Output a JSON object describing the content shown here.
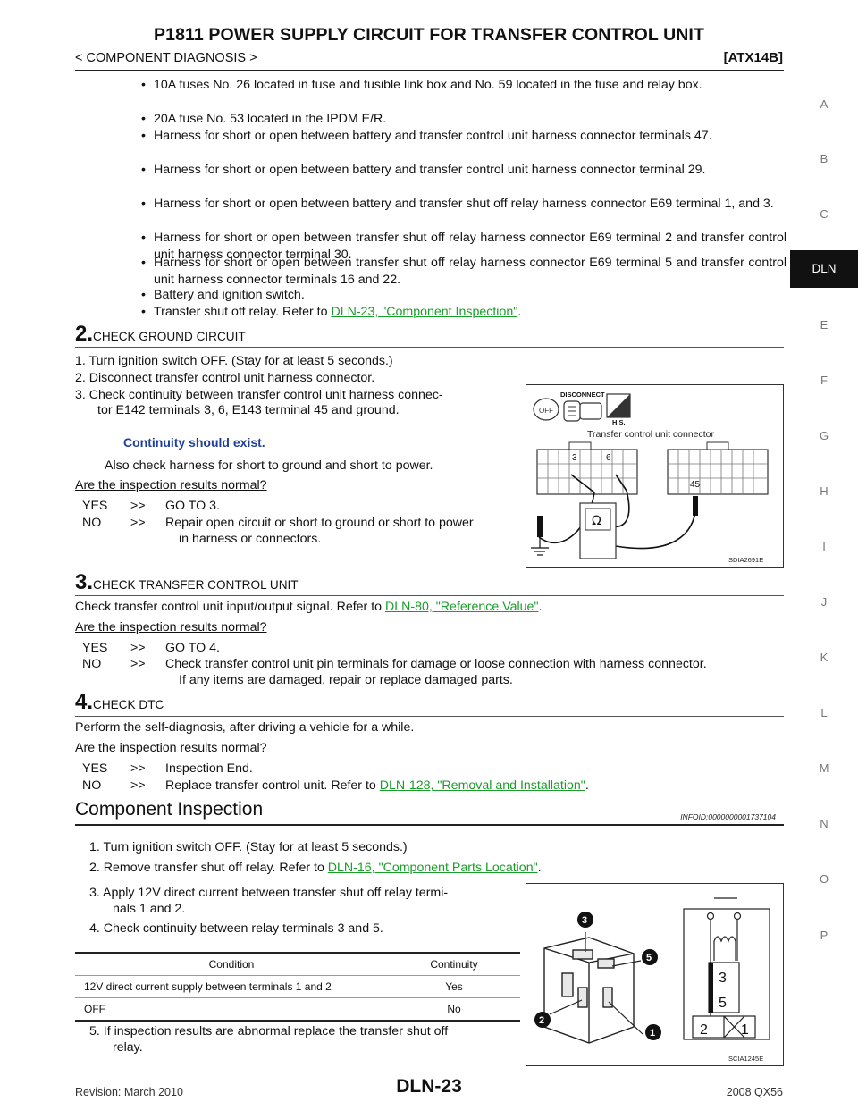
{
  "header": {
    "title": "P1811 POWER SUPPLY CIRCUIT FOR TRANSFER CONTROL UNIT",
    "subtitle": "< COMPONENT DIAGNOSIS >",
    "model_code": "[ATX14B]"
  },
  "sidebar": {
    "letters": [
      "A",
      "B",
      "C",
      "DLN",
      "E",
      "F",
      "G",
      "H",
      "I",
      "J",
      "K",
      "L",
      "M",
      "N",
      "O",
      "P"
    ],
    "active": "DLN"
  },
  "check_list": [
    "10A fuses No. 26 located in fuse and fusible link box and No. 59 located in the fuse and relay box.",
    "20A fuse No. 53 located in the IPDM E/R.",
    "Harness for short or open between battery and transfer control unit harness connector terminals 47.",
    "Harness for short or open between battery and transfer control unit harness connector terminal 29.",
    "Harness for short or open between battery and transfer shut off relay harness connector E69 terminal 1, and 3.",
    "Harness for short or open between transfer shut off relay harness connector E69 terminal 2  and transfer control unit harness connector terminal 30.",
    "Harness for short or open between transfer shut off relay harness connector E69 terminal 5  and transfer control unit harness connector terminals 16 and 22.",
    "Battery and ignition switch."
  ],
  "last_bullet": {
    "text": "Transfer shut off relay. Refer to ",
    "link": "DLN-23, \"Component Inspection\"",
    "end": "."
  },
  "step2": {
    "num": "2.",
    "title": "CHECK GROUND CIRCUIT",
    "items": [
      "1.  Turn ignition switch OFF. (Stay for at least 5 seconds.)",
      "2.  Disconnect transfer control unit harness connector.",
      "3.  Check continuity between transfer control unit harness connec-",
      "tor E142 terminals 3, 6, E143 terminal 45 and ground."
    ],
    "spec": "Continuity should exist.",
    "also": "Also check harness for short to ground and short to power.",
    "question": "Are the inspection results normal?",
    "yes_label": "YES",
    "yes_text": "GO TO 3.",
    "no_label": "NO",
    "no_text_1": "Repair open circuit or short to ground or short to power",
    "no_text_2": "in harness or connectors.",
    "arrow": ">>"
  },
  "figure1": {
    "disconnect": "DISCONNECT",
    "off": "OFF",
    "hs": "H.S.",
    "connector_label": "Transfer control unit connector",
    "pin_a": "3",
    "pin_b": "6",
    "pin_c": "45",
    "meter": "Ω",
    "code": "SDIA2691E"
  },
  "step3": {
    "num": "3.",
    "title": "CHECK TRANSFER CONTROL UNIT",
    "text": "Check transfer control unit input/output signal. Refer to ",
    "link": "DLN-80, \"Reference Value\"",
    "end": ".",
    "question": "Are the inspection results normal?",
    "yes_label": "YES",
    "yes_text": "GO TO 4.",
    "no_label": "NO",
    "no_text_1": "Check transfer control unit pin terminals for damage or loose connection with harness connector.",
    "no_text_2": "If any items are damaged, repair or replace damaged parts."
  },
  "step4": {
    "num": "4.",
    "title": "CHECK DTC",
    "text": "Perform the self-diagnosis, after driving a vehicle for a while.",
    "question": "Are the inspection results normal?",
    "yes_label": "YES",
    "yes_text": "Inspection End.",
    "no_label": "NO",
    "no_text": "Replace transfer control unit. Refer to ",
    "no_link": "DLN-128, \"Removal and Installation\"",
    "no_end": "."
  },
  "component": {
    "title": "Component Inspection",
    "infoid": "INFOID:0000000001737104",
    "step1": "1.  Turn ignition switch OFF. (Stay for at least 5 seconds.)",
    "step2_text": "2.  Remove transfer shut off relay. Refer to ",
    "step2_link": "DLN-16, \"Component Parts Location\"",
    "step2_end": ".",
    "step3_a": "3.  Apply 12V direct current between transfer shut off relay termi-",
    "step3_b": "nals 1 and 2.",
    "step4": "4.  Check continuity between relay terminals 3 and 5.",
    "step5_a": "5.  If inspection results are abnormal replace the transfer shut off",
    "step5_b": "relay.",
    "table": {
      "headers": [
        "Condition",
        "Continuity"
      ],
      "rows": [
        [
          "12V direct current supply between terminals 1 and 2",
          "Yes"
        ],
        [
          "OFF",
          "No"
        ]
      ]
    }
  },
  "figure2": {
    "callouts": [
      "3",
      "5",
      "2",
      "1"
    ],
    "pin3": "3",
    "pin5": "5",
    "pin2": "2",
    "pin1": "1",
    "code": "SCIA1245E"
  },
  "footer": {
    "revision": "Revision: March 2010",
    "page": "DLN-23",
    "model": "2008 QX56"
  }
}
